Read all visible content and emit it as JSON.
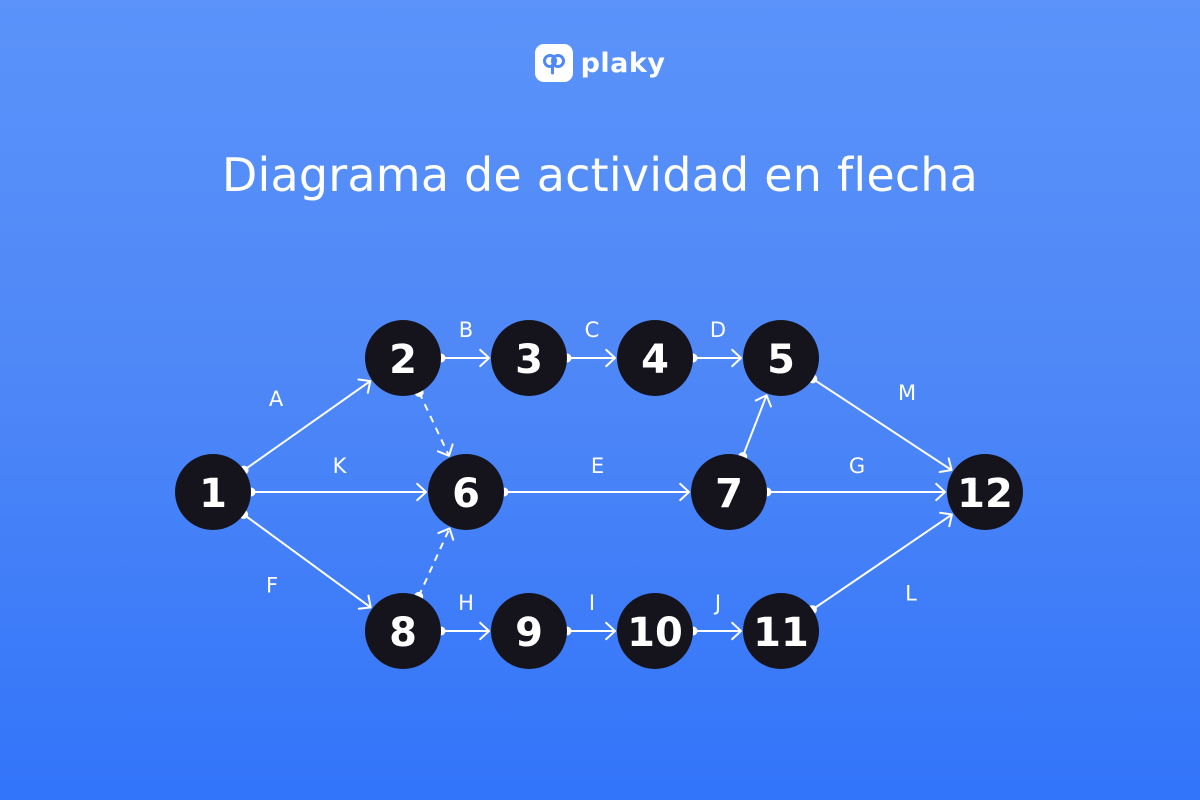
{
  "brand": {
    "name": "plaky",
    "logo_icon": "plaky-logo-icon"
  },
  "title": "Diagrama de actividad en flecha",
  "colors": {
    "background": "#4f88f7",
    "node": "#15141d",
    "line": "#ffffff"
  },
  "diagram": {
    "nodes": [
      {
        "id": "1",
        "label": "1"
      },
      {
        "id": "2",
        "label": "2"
      },
      {
        "id": "3",
        "label": "3"
      },
      {
        "id": "4",
        "label": "4"
      },
      {
        "id": "5",
        "label": "5"
      },
      {
        "id": "6",
        "label": "6"
      },
      {
        "id": "7",
        "label": "7"
      },
      {
        "id": "8",
        "label": "8"
      },
      {
        "id": "9",
        "label": "9"
      },
      {
        "id": "10",
        "label": "10"
      },
      {
        "id": "11",
        "label": "11"
      },
      {
        "id": "12",
        "label": "12"
      }
    ],
    "edges": [
      {
        "from": "1",
        "to": "2",
        "label": "A",
        "style": "solid"
      },
      {
        "from": "2",
        "to": "3",
        "label": "B",
        "style": "solid"
      },
      {
        "from": "3",
        "to": "4",
        "label": "C",
        "style": "solid"
      },
      {
        "from": "4",
        "to": "5",
        "label": "D",
        "style": "solid"
      },
      {
        "from": "1",
        "to": "6",
        "label": "K",
        "style": "solid"
      },
      {
        "from": "6",
        "to": "7",
        "label": "E",
        "style": "solid"
      },
      {
        "from": "7",
        "to": "12",
        "label": "G",
        "style": "solid"
      },
      {
        "from": "5",
        "to": "12",
        "label": "M",
        "style": "solid"
      },
      {
        "from": "7",
        "to": "5",
        "label": "",
        "style": "solid"
      },
      {
        "from": "2",
        "to": "6",
        "label": "",
        "style": "dashed"
      },
      {
        "from": "8",
        "to": "6",
        "label": "",
        "style": "dashed"
      },
      {
        "from": "1",
        "to": "8",
        "label": "F",
        "style": "solid"
      },
      {
        "from": "8",
        "to": "9",
        "label": "H",
        "style": "solid"
      },
      {
        "from": "9",
        "to": "10",
        "label": "I",
        "style": "solid"
      },
      {
        "from": "10",
        "to": "11",
        "label": "J",
        "style": "solid"
      },
      {
        "from": "11",
        "to": "12",
        "label": "L",
        "style": "solid"
      }
    ]
  }
}
